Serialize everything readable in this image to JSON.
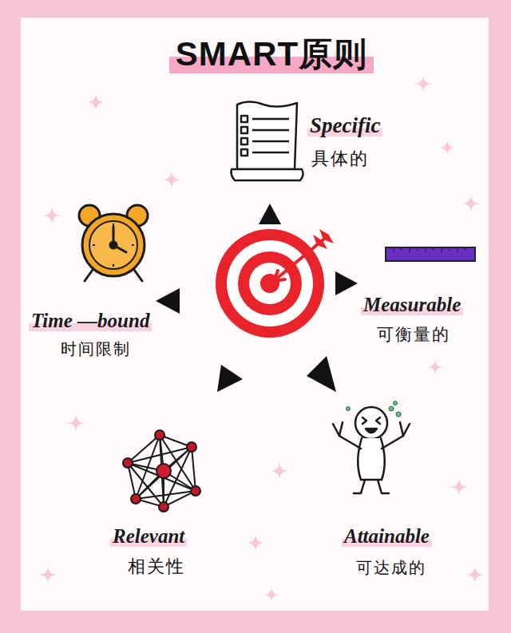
{
  "diagram": {
    "title": "SMART原则",
    "labels": [
      "Specific",
      "具体的",
      "Measurable",
      "可衡量的",
      "Attainable",
      "可达成的",
      "Relevant",
      "相关性",
      "Time —bound",
      "时间限制"
    ]
  }
}
